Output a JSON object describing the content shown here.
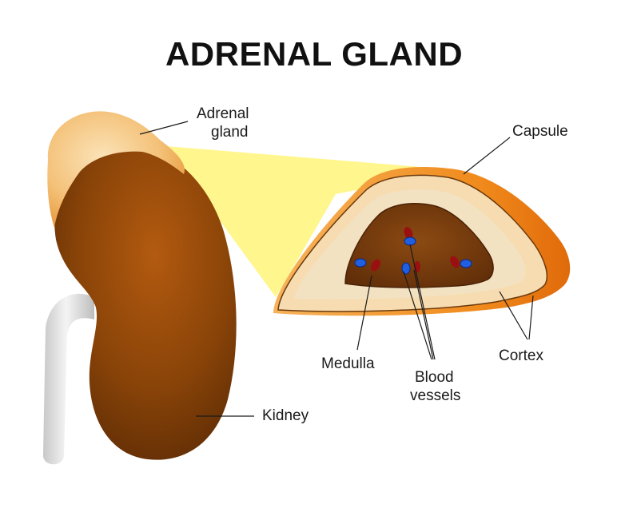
{
  "title": "ADRENAL GLAND",
  "labels": {
    "adrenal_gland_line1": "Adrenal",
    "adrenal_gland_line2": "gland",
    "capsule": "Capsule",
    "medulla": "Medulla",
    "blood_vessels_line1": "Blood",
    "blood_vessels_line2": "vessels",
    "cortex": "Cortex",
    "kidney": "Kidney"
  },
  "colors": {
    "kidney": "#7a3d09",
    "adrenal": "#f7c98a",
    "highlight": "#fff57a",
    "capsule": "#f08a1c",
    "cortex": "#f6dcb0",
    "medulla": "#7a3d10",
    "vein": "#1f5fe0",
    "artery": "#9a1010"
  }
}
